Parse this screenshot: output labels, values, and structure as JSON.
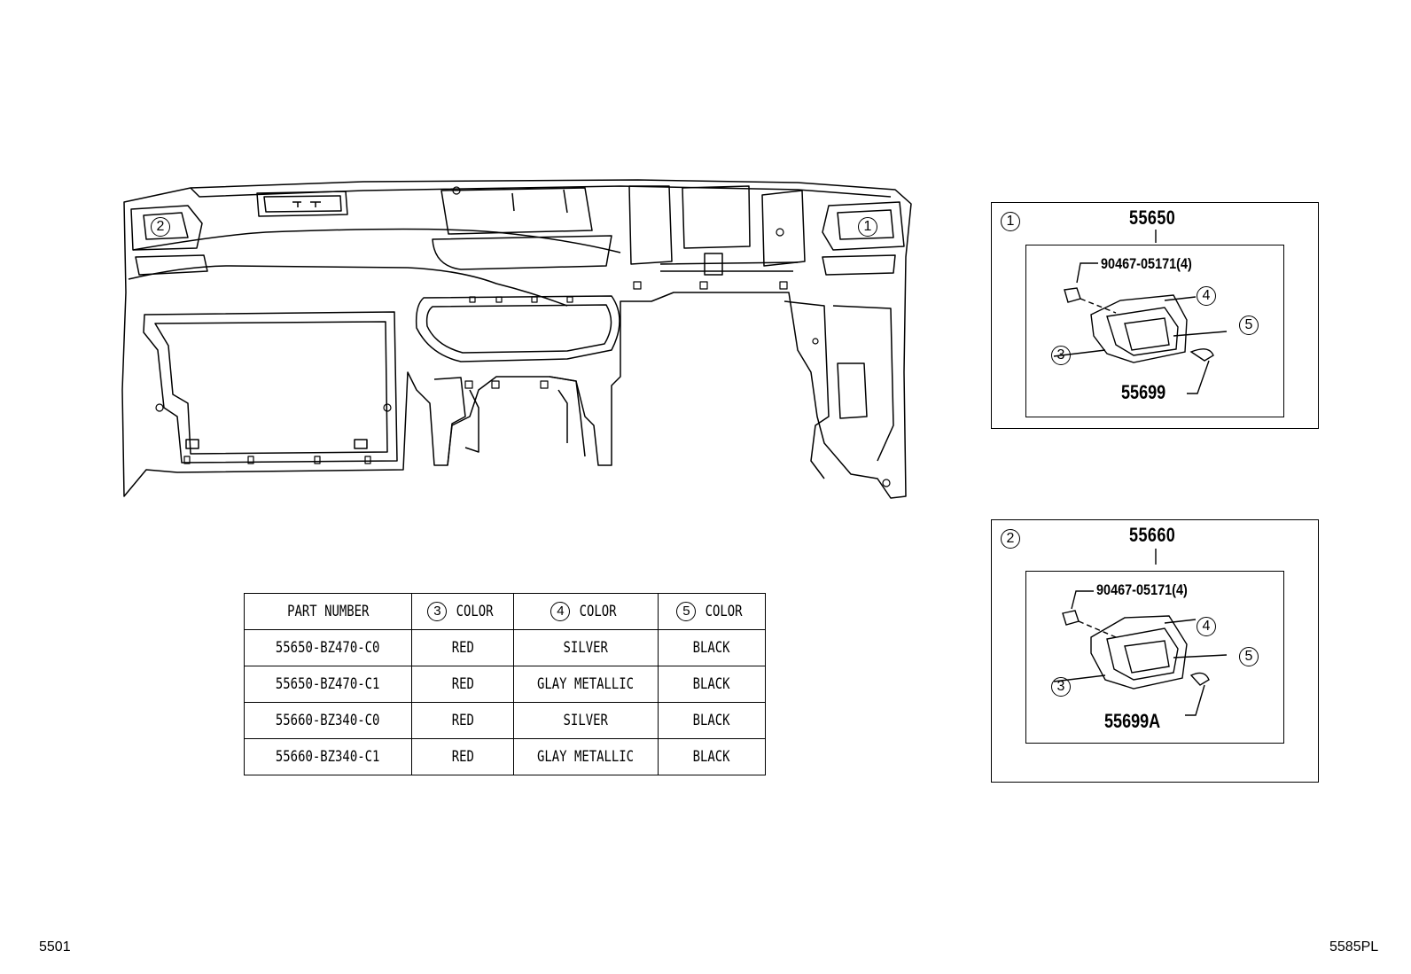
{
  "main_diagram": {
    "callout_left": "2",
    "callout_right": "1"
  },
  "details": [
    {
      "index": "1",
      "assembly_no": "55650",
      "bolt_no": "90467-05171(4)",
      "sub_part_no": "55699",
      "callouts": [
        "3",
        "4",
        "5"
      ]
    },
    {
      "index": "2",
      "assembly_no": "55660",
      "bolt_no": "90467-05171(4)",
      "sub_part_no": "55699A",
      "callouts": [
        "3",
        "4",
        "5"
      ]
    }
  ],
  "color_table": {
    "headers": [
      {
        "circle": "",
        "label": "PART NUMBER"
      },
      {
        "circle": "3",
        "label": "COLOR"
      },
      {
        "circle": "4",
        "label": "COLOR"
      },
      {
        "circle": "5",
        "label": "COLOR"
      }
    ],
    "rows": [
      [
        "55650-BZ470-C0",
        "RED",
        "SILVER",
        "BLACK"
      ],
      [
        "55650-BZ470-C1",
        "RED",
        "GLAY METALLIC",
        "BLACK"
      ],
      [
        "55660-BZ340-C0",
        "RED",
        "SILVER",
        "BLACK"
      ],
      [
        "55660-BZ340-C1",
        "RED",
        "GLAY METALLIC",
        "BLACK"
      ]
    ]
  },
  "footer": {
    "left_code": "5501",
    "right_code": "5585PL"
  }
}
